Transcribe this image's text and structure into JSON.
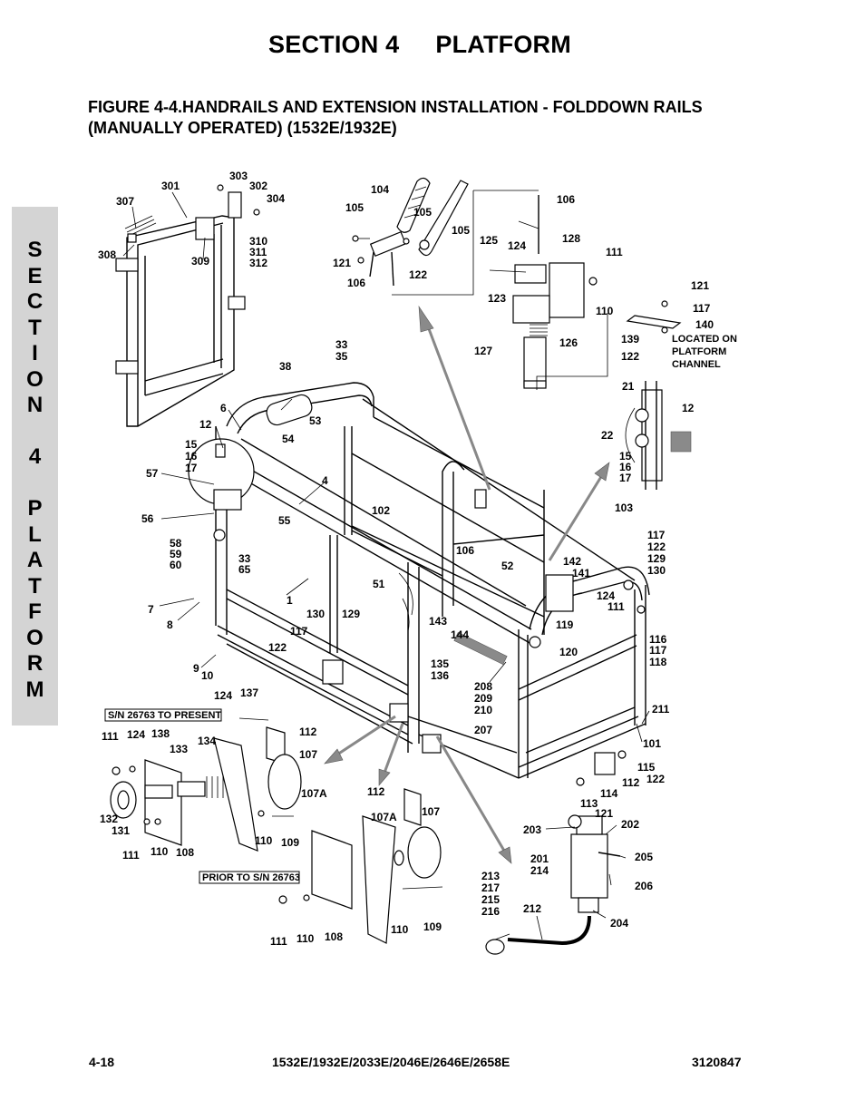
{
  "header": {
    "section": "SECTION 4",
    "section_name": "PLATFORM",
    "figure_title_line1": "FIGURE 4-4.HANDRAILS AND EXTENSION INSTALLATION - FOLDDOWN RAILS",
    "figure_title_line2": "(MANUALLY OPERATED) (1532E/1932E)"
  },
  "side_tab": [
    "S",
    "E",
    "C",
    "T",
    "I",
    "O",
    "N",
    "",
    "4",
    "",
    "P",
    "L",
    "A",
    "T",
    "F",
    "O",
    "R",
    "M"
  ],
  "callouts": [
    "301",
    "303",
    "302",
    "304",
    "307",
    "308",
    "309",
    "310",
    "311",
    "312",
    "104",
    "105",
    "105",
    "105",
    "106",
    "125",
    "124",
    "128",
    "121",
    "122",
    "106",
    "123",
    "111",
    "110",
    "121",
    "117",
    "140",
    "127",
    "126",
    "139",
    "122",
    "33",
    "35",
    "38",
    "21",
    "12",
    "22",
    "15",
    "16",
    "17",
    "6",
    "53",
    "12",
    "15",
    "16",
    "17",
    "54",
    "4",
    "57",
    "56",
    "58",
    "59",
    "60",
    "55",
    "33",
    "65",
    "102",
    "103",
    "117",
    "122",
    "129",
    "130",
    "106",
    "52",
    "142",
    "141",
    "51",
    "124",
    "111",
    "1",
    "7",
    "8",
    "130",
    "129",
    "143",
    "119",
    "144",
    "120",
    "117",
    "116",
    "117",
    "118",
    "122",
    "135",
    "136",
    "9",
    "10",
    "208",
    "209",
    "210",
    "211",
    "124",
    "137",
    "207",
    "101",
    "111",
    "124",
    "138",
    "112",
    "133",
    "134",
    "107",
    "115",
    "122",
    "112",
    "114",
    "107A",
    "113",
    "121",
    "132",
    "131",
    "111",
    "110",
    "108",
    "110",
    "109",
    "112",
    "107A",
    "107",
    "203",
    "202",
    "201",
    "214",
    "205",
    "206",
    "213",
    "217",
    "215",
    "216",
    "212",
    "204",
    "111",
    "110",
    "108",
    "110",
    "109"
  ],
  "notes": {
    "sn_present": "S/N 26763 TO PRESENT",
    "sn_prior": "PRIOR TO S/N 26763",
    "located_line1": "LOCATED ON",
    "located_line2": "PLATFORM",
    "located_line3": "CHANNEL"
  },
  "footer": {
    "page": "4-18",
    "models": "1532E/1932E/2033E/2046E/2646E/2658E",
    "doc_number": "3120847"
  }
}
